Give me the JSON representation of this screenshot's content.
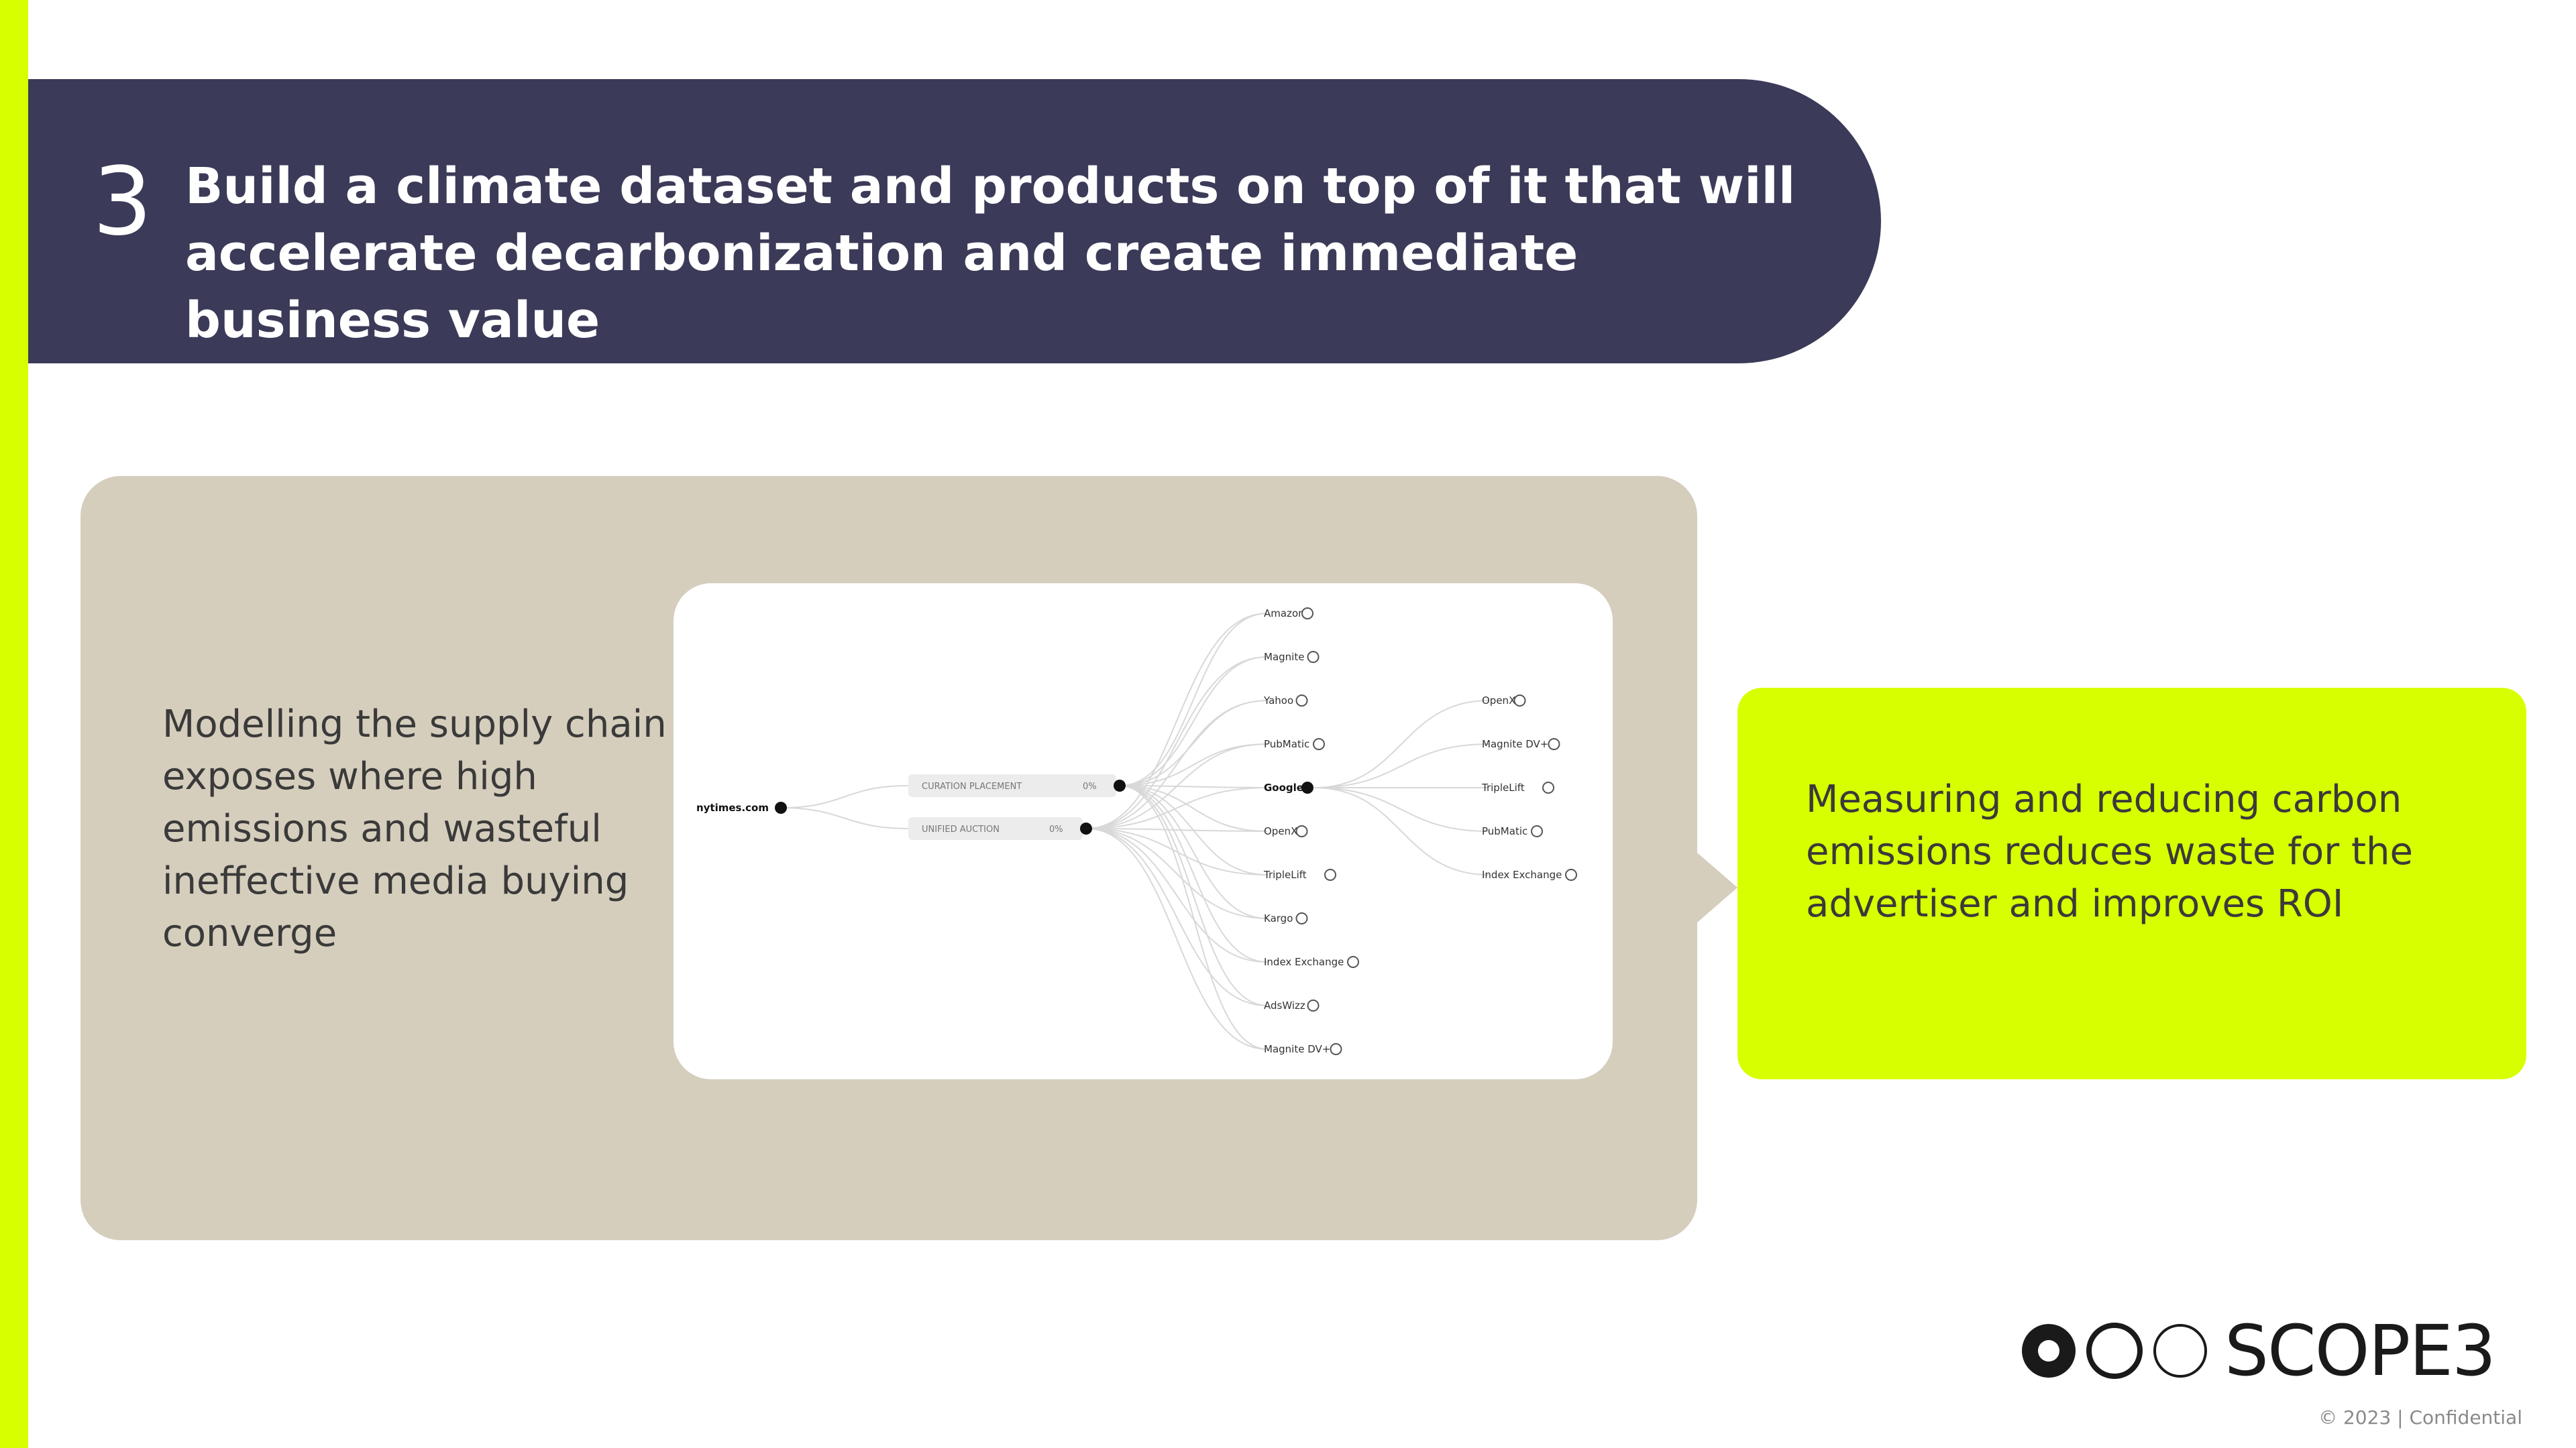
{
  "header": {
    "number": "3",
    "title": "Build a climate dataset and products on top of it that will accelerate decarbonization and create immediate business value"
  },
  "left_panel": {
    "text": "Modelling the supply chain exposes where high emissions and wasteful ineffective media buying converge"
  },
  "diagram": {
    "root": "nytimes.com",
    "paths": [
      {
        "label": "CURATION PLACEMENT",
        "value": "0%"
      },
      {
        "label": "UNIFIED AUCTION",
        "value": "0%"
      }
    ],
    "level2": [
      "Amazon",
      "Magnite",
      "Yahoo",
      "PubMatic",
      "Google",
      "OpenX",
      "TripleLift",
      "Kargo",
      "Index Exchange",
      "AdsWizz",
      "Magnite DV+"
    ],
    "level2_selected": "Google",
    "level3": [
      "OpenX",
      "Magnite DV+",
      "TripleLift",
      "PubMatic",
      "Index Exchange"
    ]
  },
  "right_panel": {
    "text": "Measuring and reducing carbon emissions reduces waste for the advertiser and improves ROI"
  },
  "footer": {
    "logo_text": "SCOPE3",
    "copyright": "© 2023 | Confidential"
  },
  "colors": {
    "accent": "#d8ff00",
    "banner": "#3b3a58",
    "panel": "#d5cebd"
  }
}
